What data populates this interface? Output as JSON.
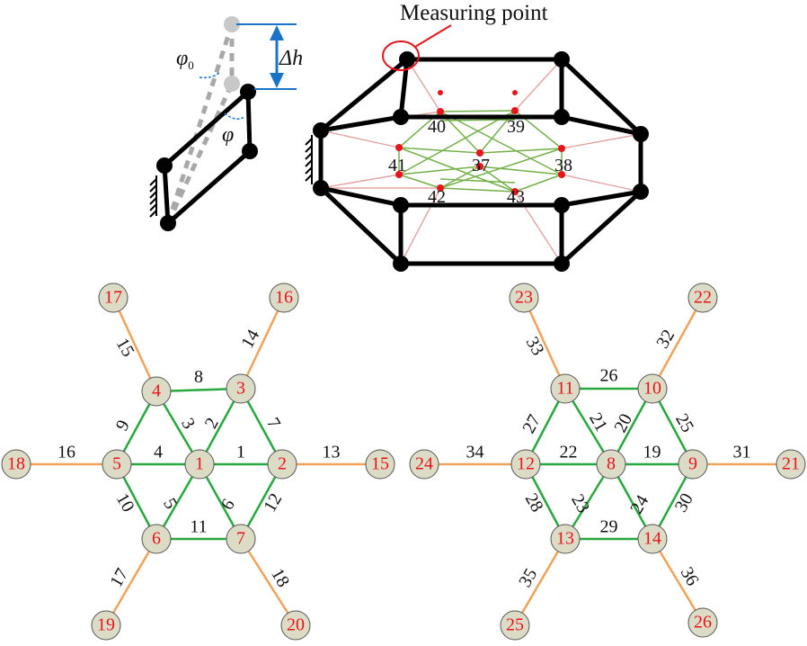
{
  "detail": {
    "phi0": "φ",
    "phi0_sub": "0",
    "delta_h": "Δh",
    "phi": "φ"
  },
  "model": {
    "measuring_point": "Measuring point",
    "labels": [
      "40",
      "39",
      "41",
      "37",
      "38",
      "42",
      "43"
    ]
  },
  "left_net": {
    "nodes": [
      {
        "id": "1"
      },
      {
        "id": "2"
      },
      {
        "id": "3"
      },
      {
        "id": "4"
      },
      {
        "id": "5"
      },
      {
        "id": "6"
      },
      {
        "id": "7"
      },
      {
        "id": "15"
      },
      {
        "id": "16"
      },
      {
        "id": "17"
      },
      {
        "id": "18"
      },
      {
        "id": "19"
      },
      {
        "id": "20"
      }
    ],
    "members": [
      {
        "id": "1",
        "from": "1",
        "to": "2",
        "color": "green"
      },
      {
        "id": "2",
        "from": "1",
        "to": "3",
        "color": "green"
      },
      {
        "id": "3",
        "from": "1",
        "to": "4",
        "color": "green"
      },
      {
        "id": "4",
        "from": "1",
        "to": "5",
        "color": "green"
      },
      {
        "id": "5",
        "from": "1",
        "to": "6",
        "color": "green"
      },
      {
        "id": "6",
        "from": "1",
        "to": "7",
        "color": "green"
      },
      {
        "id": "7",
        "from": "2",
        "to": "3",
        "color": "green"
      },
      {
        "id": "8",
        "from": "3",
        "to": "4",
        "color": "green"
      },
      {
        "id": "9",
        "from": "4",
        "to": "5",
        "color": "green"
      },
      {
        "id": "10",
        "from": "5",
        "to": "6",
        "color": "green"
      },
      {
        "id": "11",
        "from": "6",
        "to": "7",
        "color": "green"
      },
      {
        "id": "12",
        "from": "7",
        "to": "2",
        "color": "green"
      },
      {
        "id": "13",
        "from": "2",
        "to": "15",
        "color": "orange"
      },
      {
        "id": "14",
        "from": "3",
        "to": "16",
        "color": "orange"
      },
      {
        "id": "15",
        "from": "4",
        "to": "17",
        "color": "orange"
      },
      {
        "id": "16",
        "from": "5",
        "to": "18",
        "color": "orange"
      },
      {
        "id": "17",
        "from": "6",
        "to": "19",
        "color": "orange"
      },
      {
        "id": "18",
        "from": "7",
        "to": "20",
        "color": "orange"
      }
    ]
  },
  "right_net": {
    "nodes": [
      {
        "id": "8"
      },
      {
        "id": "9"
      },
      {
        "id": "10"
      },
      {
        "id": "11"
      },
      {
        "id": "12"
      },
      {
        "id": "13"
      },
      {
        "id": "14"
      },
      {
        "id": "21"
      },
      {
        "id": "22"
      },
      {
        "id": "23"
      },
      {
        "id": "24"
      },
      {
        "id": "25"
      },
      {
        "id": "26"
      }
    ],
    "members": [
      {
        "id": "19",
        "from": "8",
        "to": "9",
        "color": "green"
      },
      {
        "id": "20",
        "from": "8",
        "to": "10",
        "color": "green"
      },
      {
        "id": "21",
        "from": "8",
        "to": "11",
        "color": "green"
      },
      {
        "id": "22",
        "from": "8",
        "to": "12",
        "color": "green"
      },
      {
        "id": "23",
        "from": "8",
        "to": "13",
        "color": "green"
      },
      {
        "id": "24",
        "from": "8",
        "to": "14",
        "color": "green"
      },
      {
        "id": "25",
        "from": "9",
        "to": "10",
        "color": "green"
      },
      {
        "id": "26",
        "from": "10",
        "to": "11",
        "color": "green"
      },
      {
        "id": "27",
        "from": "11",
        "to": "12",
        "color": "green"
      },
      {
        "id": "28",
        "from": "12",
        "to": "13",
        "color": "green"
      },
      {
        "id": "29",
        "from": "13",
        "to": "14",
        "color": "green"
      },
      {
        "id": "30",
        "from": "14",
        "to": "9",
        "color": "green"
      },
      {
        "id": "31",
        "from": "9",
        "to": "21",
        "color": "orange"
      },
      {
        "id": "32",
        "from": "10",
        "to": "22",
        "color": "orange"
      },
      {
        "id": "33",
        "from": "11",
        "to": "23",
        "color": "orange"
      },
      {
        "id": "34",
        "from": "12",
        "to": "24",
        "color": "orange"
      },
      {
        "id": "35",
        "from": "13",
        "to": "25",
        "color": "orange"
      },
      {
        "id": "36",
        "from": "14",
        "to": "26",
        "color": "orange"
      }
    ]
  },
  "colors": {
    "frame": "#000000",
    "green_member": "#27a83e",
    "orange_member": "#f0a25a",
    "node_fill": "#dcdcc6",
    "node_label": "#e8141b",
    "measure": "#e8141b",
    "dimension": "#1a73c8",
    "ghost": "#a8a8a8",
    "pink_cable": "#e3a3a3"
  }
}
